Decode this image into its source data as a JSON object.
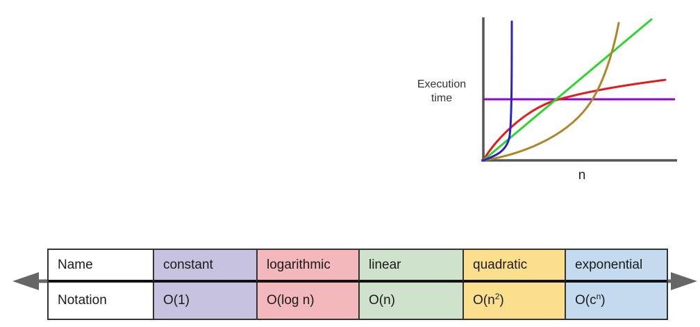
{
  "chart": {
    "type": "line",
    "title": "",
    "y_axis_label": [
      "Execution",
      "time"
    ],
    "x_axis_label": "n",
    "axis_color": "#555555",
    "grid": false,
    "legend": "none",
    "curves": [
      {
        "name": "constant",
        "shape": "horizontal line",
        "color": "#9400d3"
      },
      {
        "name": "logarithmic",
        "shape": "steep then flattening curve",
        "color": "#e31b1b"
      },
      {
        "name": "linear",
        "shape": "straight diagonal line",
        "color": "#2ed52e"
      },
      {
        "name": "quadratic",
        "shape": "slow start then steep rise",
        "color": "#b08428"
      },
      {
        "name": "exponential",
        "shape": "near-vertical rise",
        "color": "#2a22c8"
      }
    ]
  },
  "table": {
    "arrow_color": "#666666",
    "row_headers": {
      "name": "Name",
      "notation": "Notation"
    },
    "columns": [
      {
        "name": "constant",
        "notation_base": "O(1)",
        "notation_sup": "",
        "notation_close": "",
        "color": "#c8c2e1"
      },
      {
        "name": "logarithmic",
        "notation_base": "O(log n)",
        "notation_sup": "",
        "notation_close": "",
        "color": "#f3b8bc"
      },
      {
        "name": "linear",
        "notation_base": "O(n)",
        "notation_sup": "",
        "notation_close": "",
        "color": "#cfe3cc"
      },
      {
        "name": "quadratic",
        "notation_base": "O(n",
        "notation_sup": "2",
        "notation_close": ")",
        "color": "#fbdf8d"
      },
      {
        "name": "exponential",
        "notation_base": "O(c",
        "notation_sup": "n",
        "notation_close": ")",
        "color": "#c4daef"
      }
    ]
  }
}
